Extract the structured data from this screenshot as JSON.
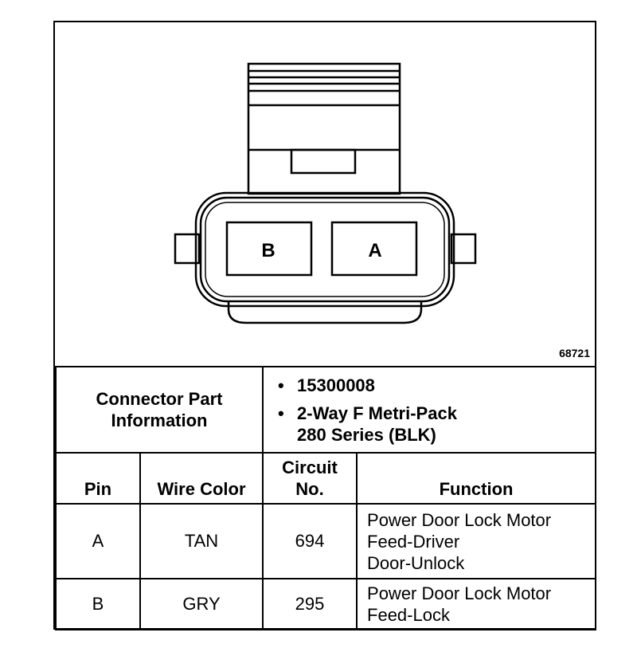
{
  "diagram": {
    "pin_labels": [
      "B",
      "A"
    ],
    "figure_number": "68721"
  },
  "connector_part": {
    "title_line1": "Connector Part",
    "title_line2": "Information",
    "part_number": "15300008",
    "description_line1": "2-Way F Metri-Pack",
    "description_line2": "280 Series (BLK)"
  },
  "table": {
    "headers": {
      "pin": "Pin",
      "wire_color": "Wire Color",
      "circuit_line1": "Circuit",
      "circuit_line2": "No.",
      "function": "Function"
    },
    "rows": [
      {
        "pin": "A",
        "wire_color": "TAN",
        "circuit": "694",
        "function": [
          "Power Door Lock Motor",
          "Feed-Driver",
          "Door-Unlock"
        ]
      },
      {
        "pin": "B",
        "wire_color": "GRY",
        "circuit": "295",
        "function": [
          "Power Door Lock Motor",
          "Feed-Lock"
        ]
      }
    ]
  }
}
